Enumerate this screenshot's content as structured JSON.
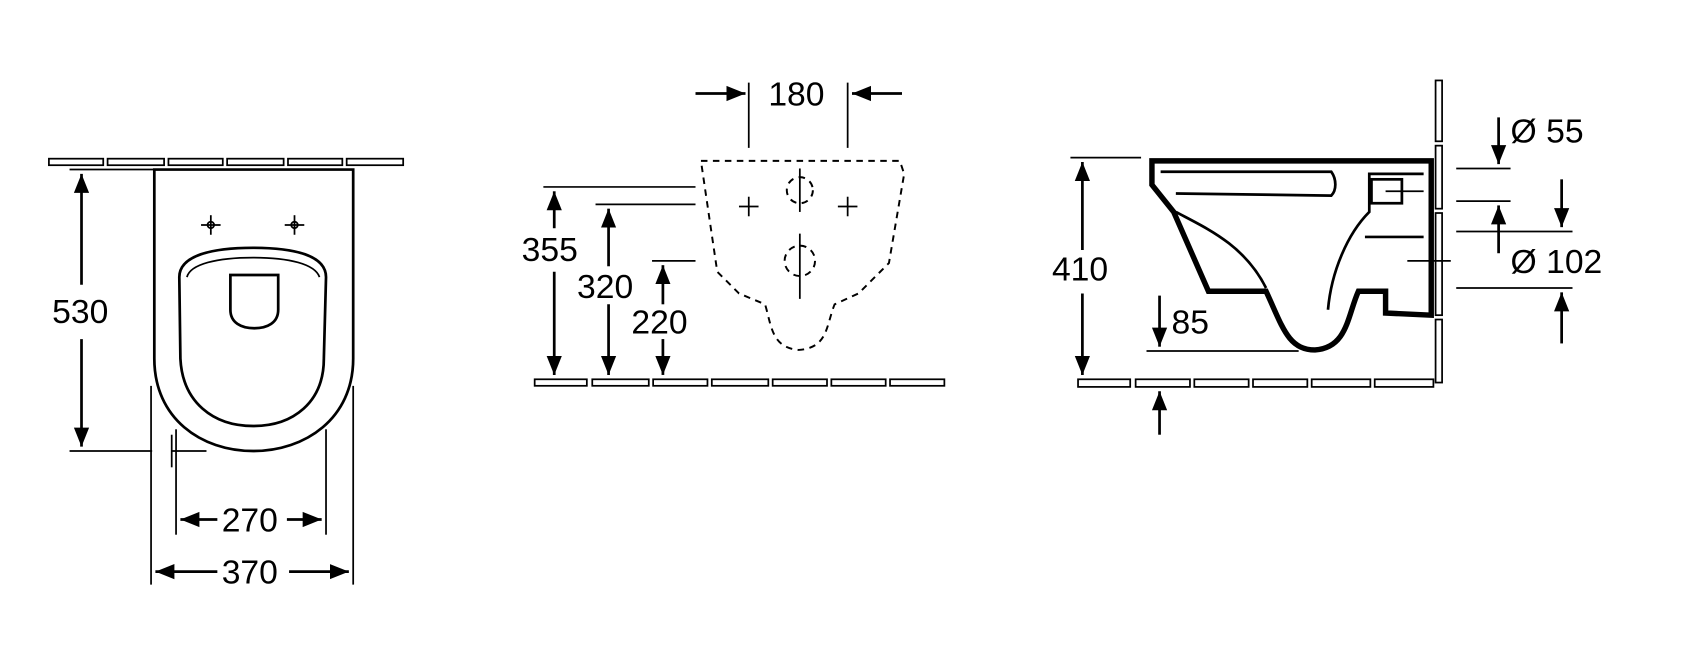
{
  "colors": {
    "line": "#000000",
    "background": "#ffffff"
  },
  "top_view": {
    "depth": "530",
    "inner_width": "270",
    "outer_width": "370"
  },
  "front_view": {
    "bolt_spacing": "180",
    "height_top": "355",
    "height_bolts": "320",
    "height_outlet": "220"
  },
  "side_view": {
    "height": "410",
    "bowl_clearance": "85",
    "inlet_diameter": "Ø 55",
    "outlet_diameter": "Ø 102"
  }
}
